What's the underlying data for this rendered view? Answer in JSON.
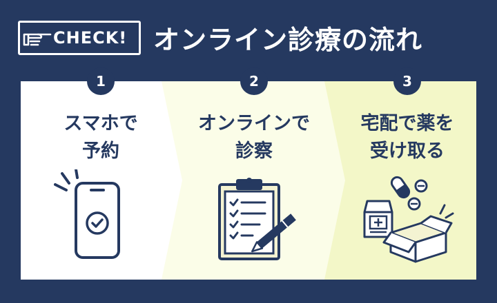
{
  "badge": {
    "text": "CHECK!",
    "icon": "pointing-hand-icon"
  },
  "title": "オンライン診療の流れ",
  "steps": [
    {
      "number": "1",
      "line1": "スマホで",
      "line2": "予約",
      "icon": "smartphone-check-icon"
    },
    {
      "number": "2",
      "line1": "オンラインで",
      "line2": "診察",
      "icon": "clipboard-pen-icon"
    },
    {
      "number": "3",
      "line1": "宅配で薬を",
      "line2": "受け取る",
      "icon": "medicine-box-icon"
    }
  ],
  "colors": {
    "background": "#253960",
    "step1_bg": "#ffffff",
    "step2_bg": "#fbfde8",
    "step3_bg": "#f3f7c8",
    "accent_cream": "#f4f3d2"
  }
}
